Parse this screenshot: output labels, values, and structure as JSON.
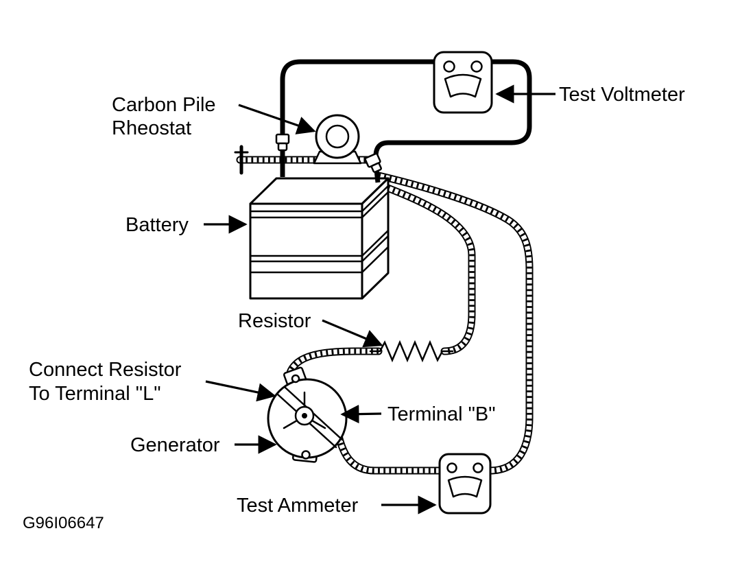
{
  "figure": {
    "code": "G96I06647"
  },
  "labels": {
    "carbon_pile_rheostat": {
      "line1": "Carbon Pile",
      "line2": "Rheostat"
    },
    "battery": "Battery",
    "resistor": "Resistor",
    "connect_resistor": {
      "line1": "Connect Resistor",
      "line2": "To Terminal \"L\""
    },
    "terminal_b": "Terminal \"B\"",
    "generator": "Generator",
    "test_ammeter": "Test Ammeter",
    "test_voltmeter": "Test Voltmeter"
  },
  "colors": {
    "ink": "#000000",
    "paper": "#ffffff"
  }
}
